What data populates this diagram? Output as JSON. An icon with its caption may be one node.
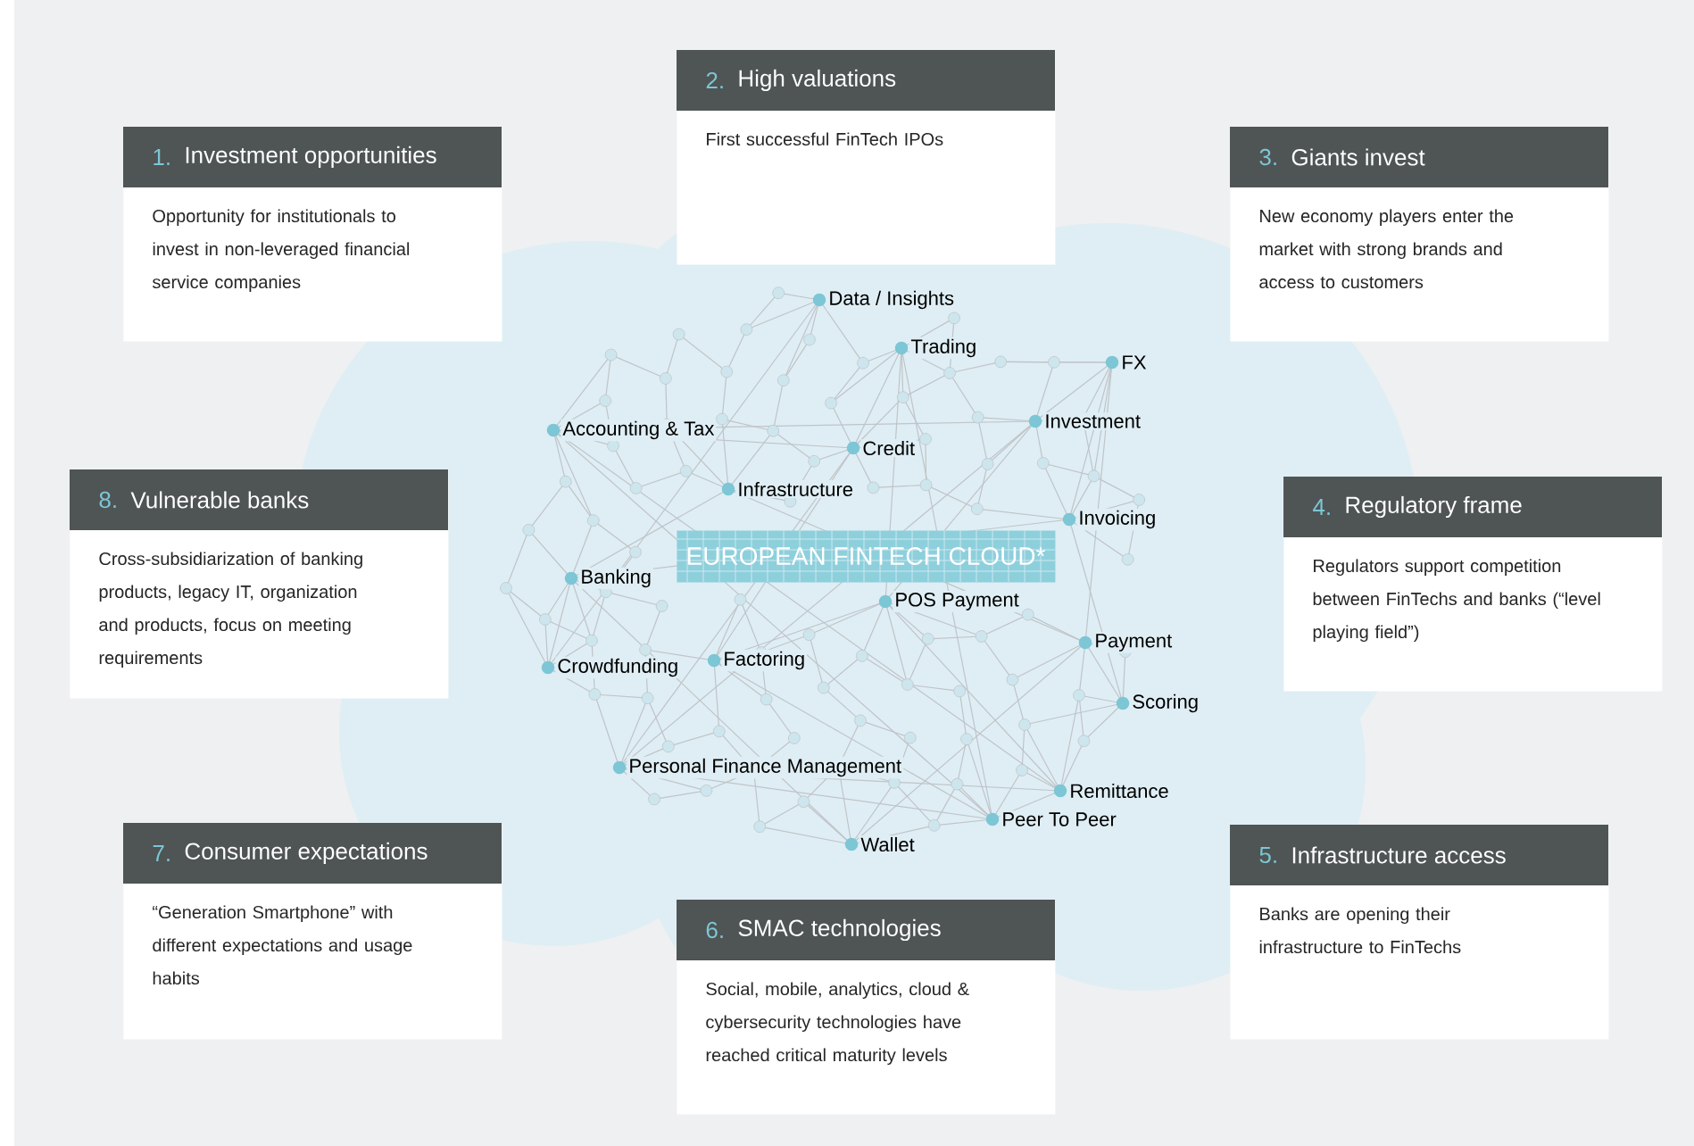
{
  "diagram": {
    "nodes": [
      {
        "text": [
          "1.",
          "Investment opportunities",
          "Opportunity for institutionals to invest in non-leveraged financial service companies"
        ]
      },
      {
        "text": [
          "2.",
          "High valuations",
          "First successful FinTech IPOs"
        ]
      },
      {
        "text": [
          "3.",
          "Giants invest",
          "New economy players enter the market with strong brands and access to customers"
        ]
      },
      {
        "text": [
          "8.",
          "Vulnerable banks",
          "Cross-subsidiarization of banking products, legacy IT, organization and products, focus on meeting requirements"
        ]
      },
      {
        "text": [
          "EUROPEAN FINTECH CLOUD*"
        ]
      },
      {
        "text": [
          "4.",
          "Regulatory frame",
          "Regulators support competition between FinTechs and banks (“level playing field”)"
        ]
      },
      {
        "text": [
          "7.",
          "Consumer expectations",
          "“Generation Smartphone” with different expectations and usage habits"
        ]
      },
      {
        "text": [
          "6.",
          "SMAC technologies",
          "Social, mobile, analytics, cloud & cybersecurity technologies have reached critical maturity levels"
        ]
      },
      {
        "text": [
          "5.",
          "Infrastructure access",
          "Banks are opening their infrastructure to FinTechs"
        ]
      }
    ],
    "labels": [
      "Data / Insights",
      "Trading",
      "FX",
      "Accounting & Tax",
      "Investment",
      "Credit",
      "Infrastructure",
      "Invoicing",
      "Banking",
      "POS Payment",
      "Payment",
      "Crowdfunding",
      "Factoring",
      "Scoring",
      "Personal Finance Management",
      "Remittance",
      "Peer To Peer",
      "Wallet"
    ]
  }
}
